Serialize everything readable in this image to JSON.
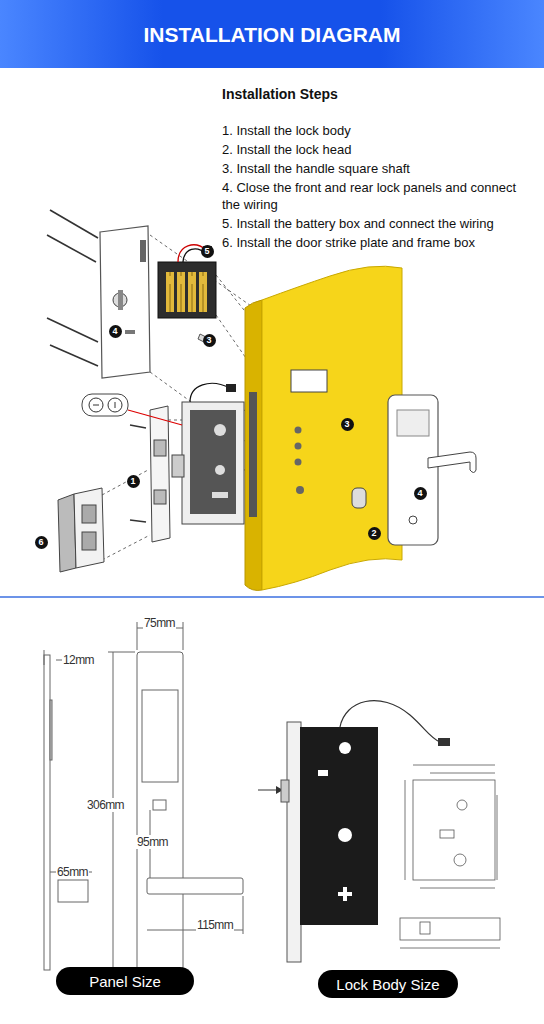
{
  "diagram": {
    "title": "INSTALLATION DIAGRAM",
    "nodes": [
      {
        "text": [
          "Panel Size"
        ]
      },
      {
        "text": [
          "Lock Body Size"
        ]
      }
    ],
    "labels": [
      "Installation Steps",
      "1. Install the lock body",
      "2. Install the lock head",
      "3. Install the handle square shaft",
      "4. Close the front and rear lock panels and connect the wiring",
      "5. Install the battery box and connect the wiring",
      "6. Install the door strike plate and frame box",
      "5",
      "3",
      "4",
      "1",
      "6",
      "3",
      "2",
      "4",
      "12mm",
      "75mm",
      "306mm",
      "95mm",
      "65mm",
      "115mm"
    ]
  }
}
